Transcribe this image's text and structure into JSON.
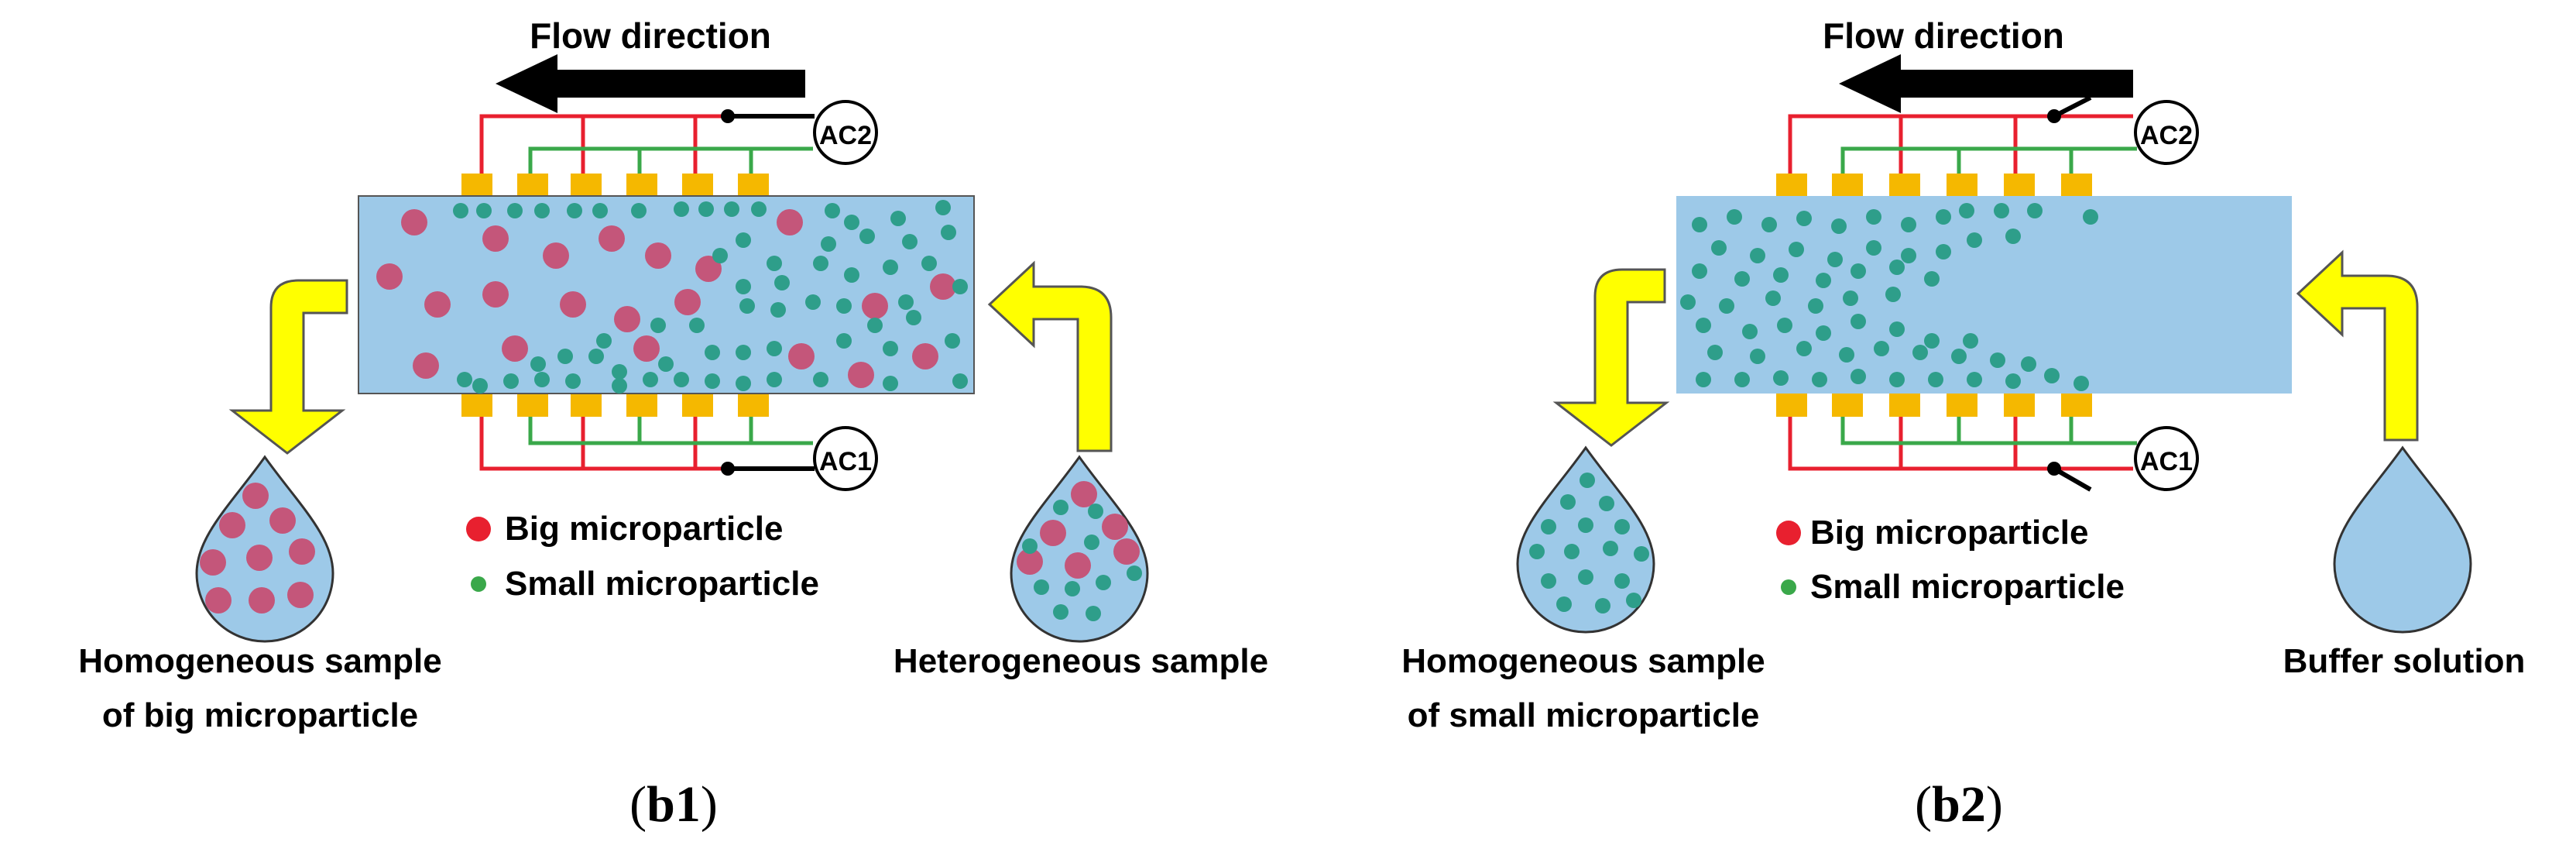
{
  "panels": [
    {
      "flow_label": "Flow direction",
      "electrode_top": "AC2",
      "electrode_bottom": "AC1",
      "legend_big": "Big microparticle",
      "legend_small": "Small microparticle",
      "output_line1": "Homogeneous sample",
      "output_line2": "of big microparticle",
      "input_label": "Heterogeneous sample",
      "caption_pre": "(",
      "caption_bold": "b1",
      "caption_post": ")"
    },
    {
      "flow_label": "Flow direction",
      "electrode_top": "AC2",
      "electrode_bottom": "AC1",
      "legend_big": "Big microparticle",
      "legend_small": "Small microparticle",
      "output_line1": "Homogeneous sample",
      "output_line2": "of small microparticle",
      "input_label": "Buffer solution",
      "caption_pre": "(",
      "caption_bold": "b2",
      "caption_post": ")"
    }
  ],
  "colors": {
    "channel": "#9dc9e8",
    "big_particle": "#c4567a",
    "small_particle": "#2e9e8a",
    "legend_big": "#e8202f",
    "legend_small": "#3aa84a",
    "electrode": "#f5b800",
    "wire_red": "#e8202f",
    "wire_green": "#3aa84a",
    "arrow_yellow": "#ffff00",
    "flow_arrow": "#000000"
  }
}
